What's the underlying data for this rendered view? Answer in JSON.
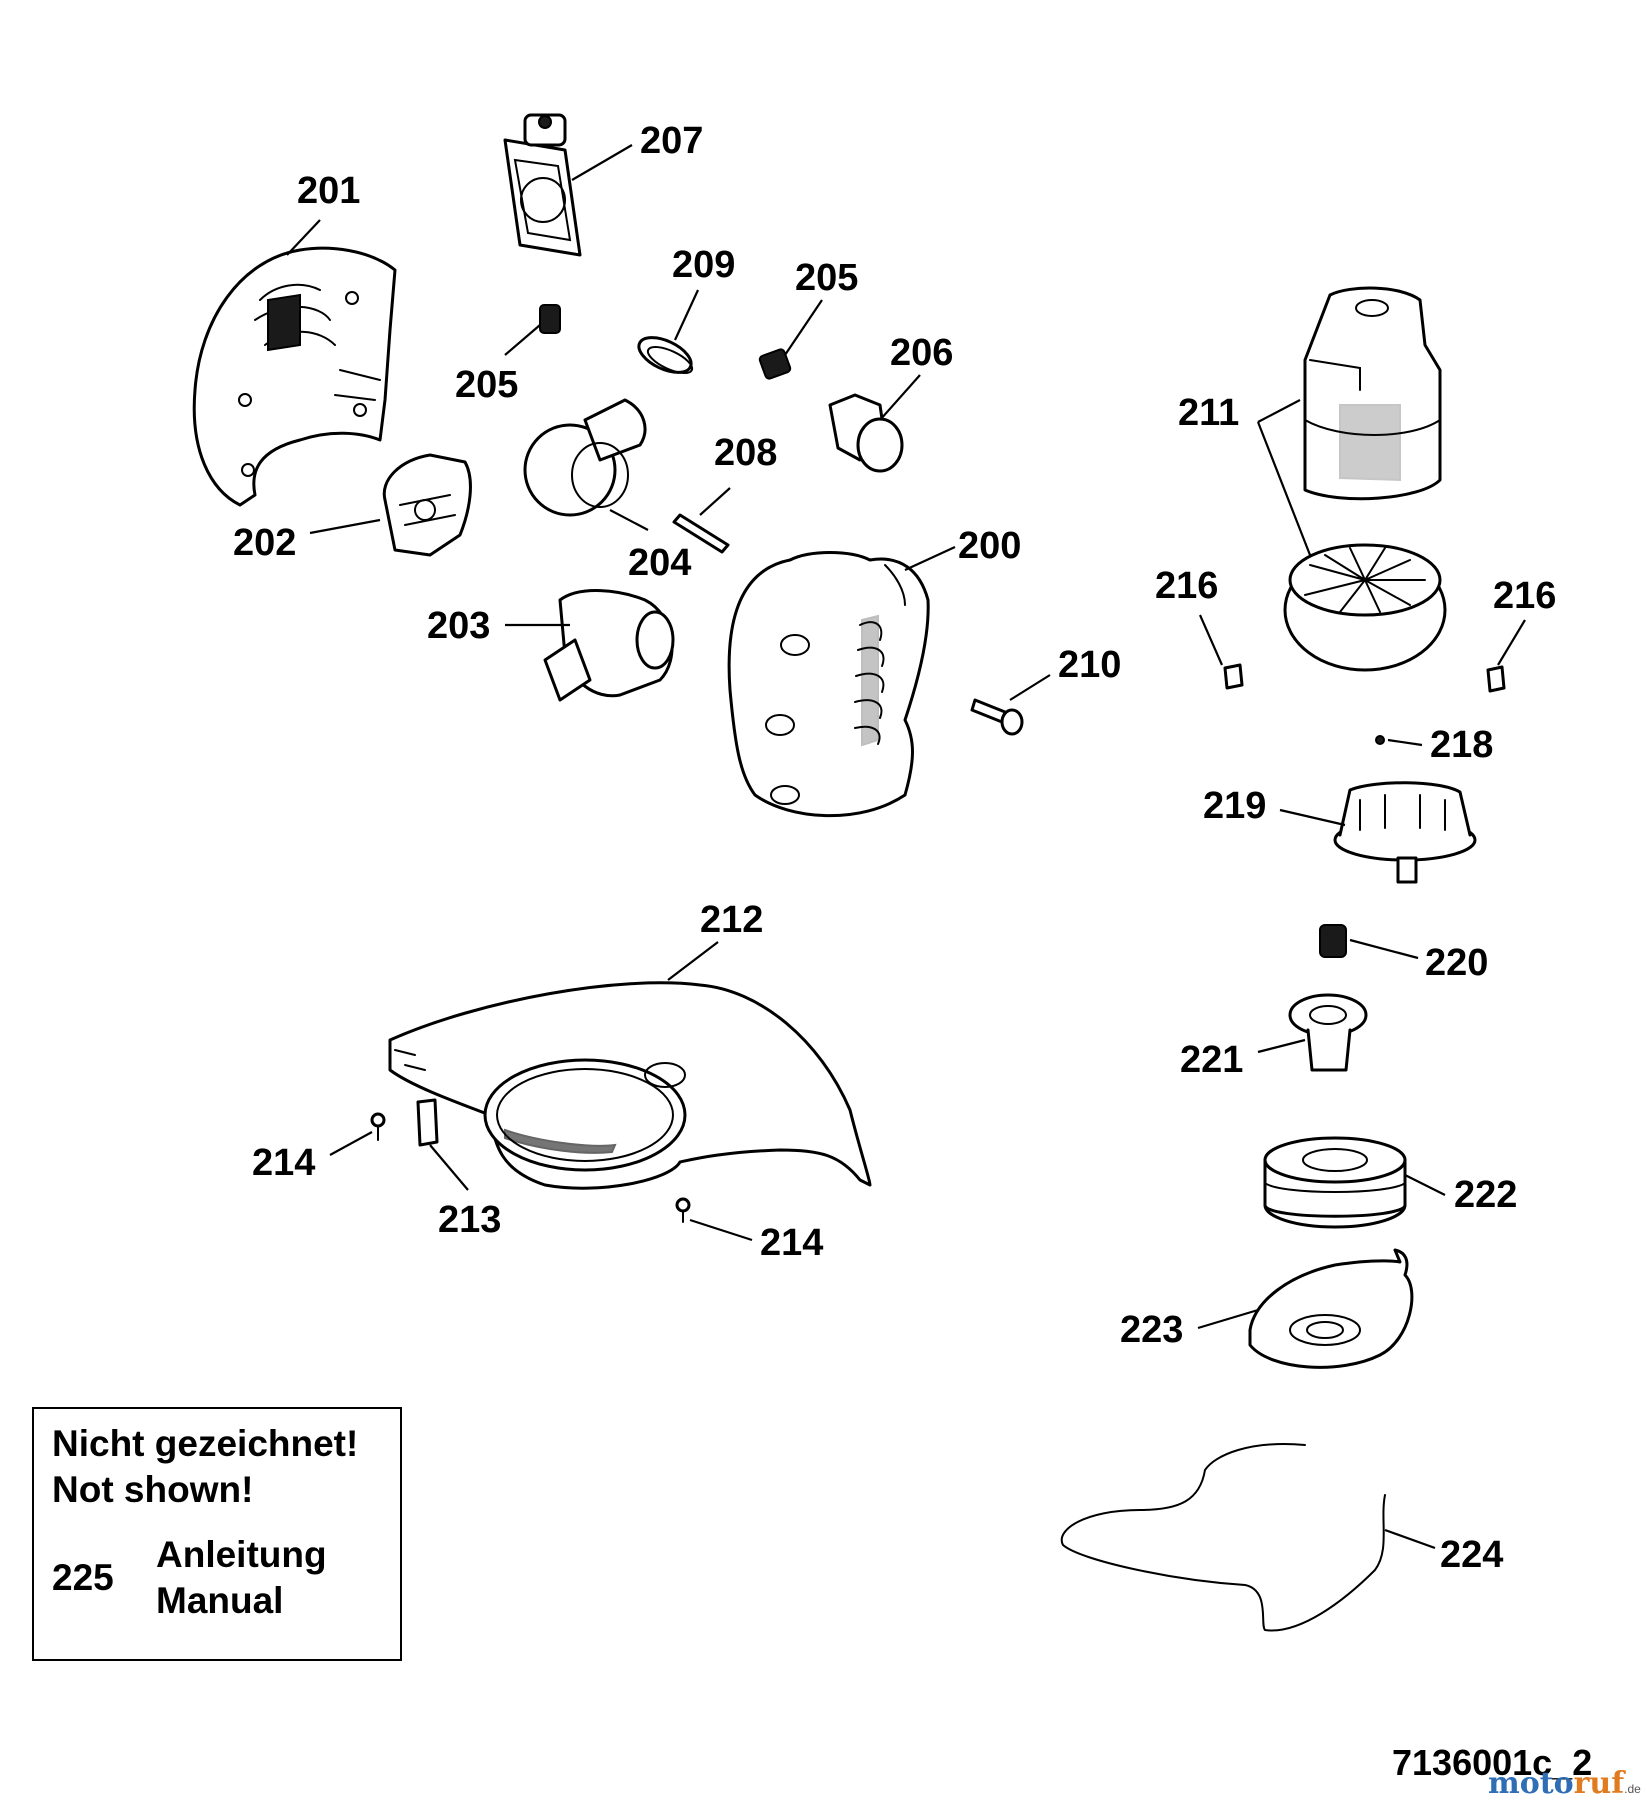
{
  "labels": {
    "p200": "200",
    "p201": "201",
    "p202": "202",
    "p203": "203",
    "p204": "204",
    "p205a": "205",
    "p205b": "205",
    "p206": "206",
    "p207": "207",
    "p208": "208",
    "p209": "209",
    "p210": "210",
    "p211": "211",
    "p212": "212",
    "p213": "213",
    "p214a": "214",
    "p214b": "214",
    "p216a": "216",
    "p216b": "216",
    "p218": "218",
    "p219": "219",
    "p220": "220",
    "p221": "221",
    "p222": "222",
    "p223": "223",
    "p224": "224"
  },
  "note": {
    "line1": "Nicht gezeichnet!",
    "line2": "Not shown!",
    "item_number": "225",
    "item_de": "Anleitung",
    "item_en": "Manual"
  },
  "drawing_number": "7136001c_2",
  "watermark": {
    "part1": "moto",
    "part2": "ruf",
    "suffix": ".de"
  }
}
